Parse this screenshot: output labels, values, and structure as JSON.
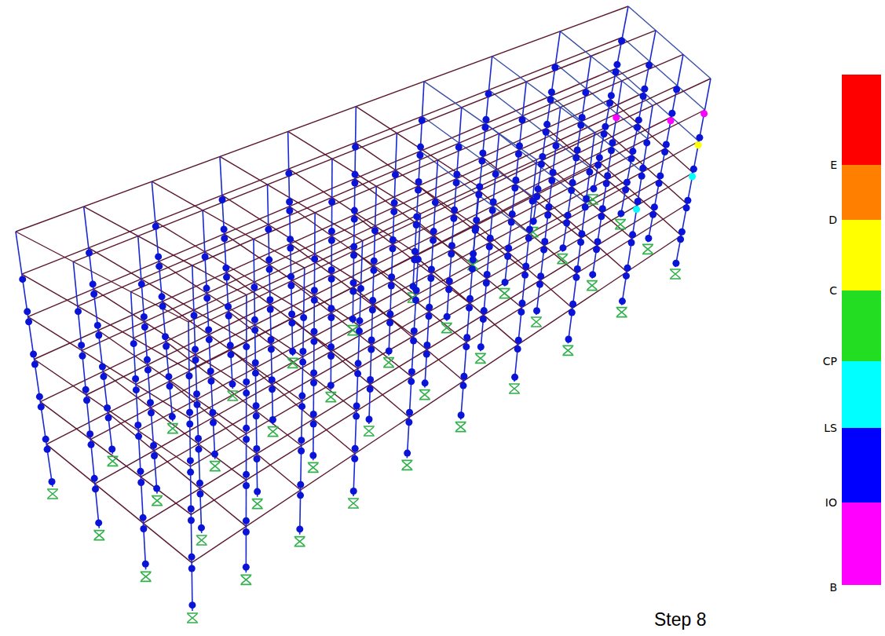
{
  "diagram": {
    "labels": [
      "Step 8"
    ],
    "legend": [
      {
        "text": "E",
        "color": "#ff0000"
      },
      {
        "text": "D",
        "color": "#ff8000"
      },
      {
        "text": "C",
        "color": "#ffff00"
      },
      {
        "text": "CP",
        "color": "#22dd22"
      },
      {
        "text": "LS",
        "color": "#00ffff"
      },
      {
        "text": "IO",
        "color": "#0000ff"
      },
      {
        "text": "B",
        "color": "#ff00ff"
      }
    ]
  }
}
